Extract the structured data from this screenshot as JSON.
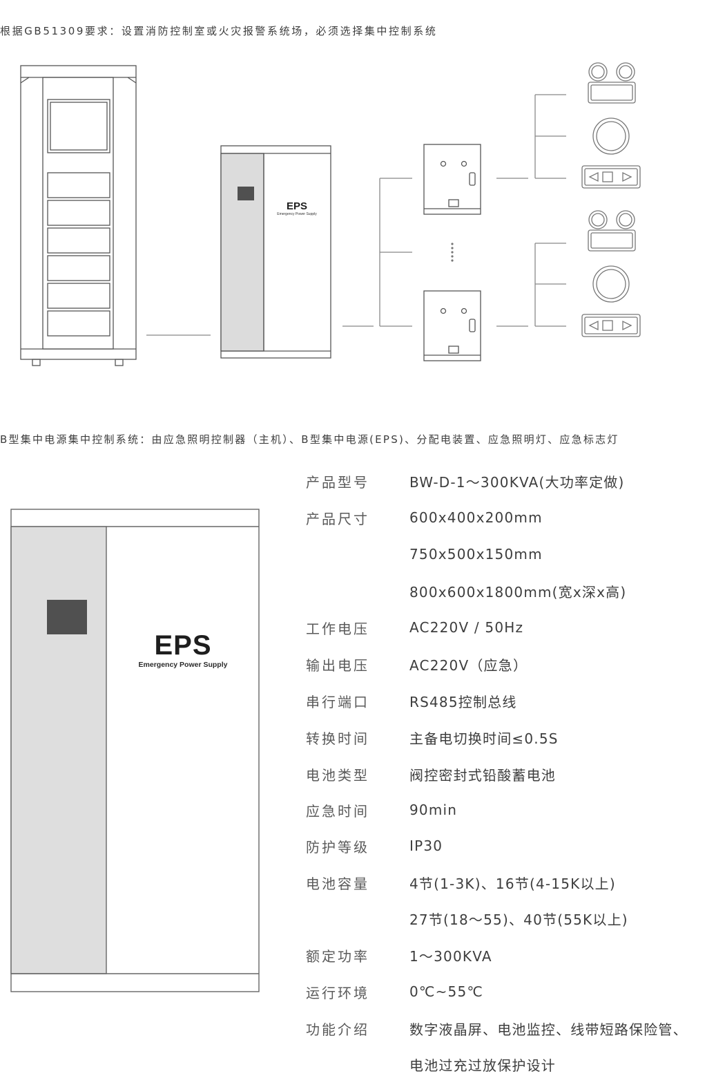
{
  "header_caption": "根据GB51309要求：设置消防控制室或火灾报警系统场，必须选择集中控制系统",
  "system_caption": "B型集中电源集中控制系统：由应急照明控制器（主机）、B型集中电源(EPS)、分配电装置、应急照明灯、应急标志灯",
  "eps_logo": {
    "title": "EPS",
    "subtitle": "Emergency Power Supply"
  },
  "diagram": {
    "icons": [
      "controller-cabinet-icon",
      "eps-cabinet-icon",
      "distribution-box-icon",
      "twin-head-emergency-light-icon",
      "round-emergency-light-icon",
      "exit-sign-icon"
    ]
  },
  "specs": [
    {
      "label": "产品型号",
      "value": "BW-D-1～300KVA(大功率定做)"
    },
    {
      "label": "产品尺寸",
      "value": "600x400x200mm"
    },
    {
      "label": "",
      "value": "750x500x150mm"
    },
    {
      "label": "",
      "value": "800x600x1800mm(宽x深x高)"
    },
    {
      "label": "工作电压",
      "value": "AC220V / 50Hz"
    },
    {
      "label": "输出电压",
      "value": "AC220V（应急）"
    },
    {
      "label": "串行端口",
      "value": "RS485控制总线"
    },
    {
      "label": "转换时间",
      "value": "主备电切换时间≤0.5S"
    },
    {
      "label": "电池类型",
      "value": "阀控密封式铅酸蓄电池"
    },
    {
      "label": "应急时间",
      "value": "90min"
    },
    {
      "label": "防护等级",
      "value": "IP30"
    },
    {
      "label": "电池容量",
      "value": "4节(1-3K)、16节(4-15K以上)"
    },
    {
      "label": "",
      "value": "27节(18～55)、40节(55K以上)"
    },
    {
      "label": "额定功率",
      "value": "1～300KVA"
    },
    {
      "label": "运行环境",
      "value": "0℃~55℃"
    },
    {
      "label": "功能介绍",
      "value": "数字液晶屏、电池监控、线带短路保险管、"
    },
    {
      "label": "",
      "value": "电池过充过放保护设计"
    }
  ]
}
